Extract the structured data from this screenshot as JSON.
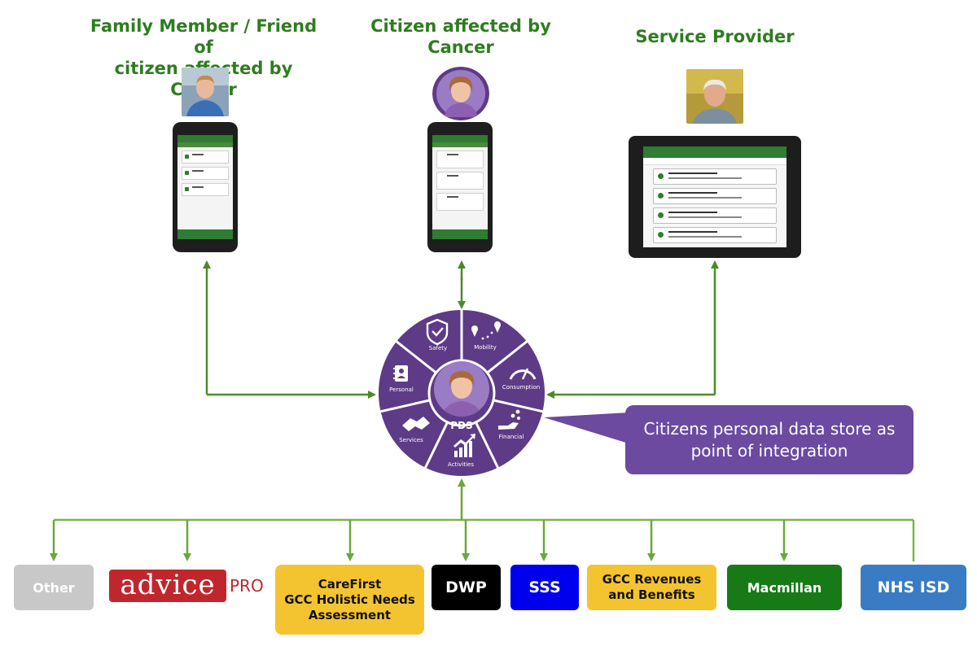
{
  "actors": {
    "family": {
      "title_line1": "Family Member / Friend of",
      "title_line2": "citizen affected by Cancer"
    },
    "citizen": {
      "title_line1": "Citizen affected by",
      "title_line2": "Cancer"
    },
    "provider": {
      "title": "Service Provider"
    }
  },
  "pds": {
    "center_label": "PDS",
    "segments": [
      "Safety",
      "Mobility",
      "Consumption",
      "Financial",
      "Activities",
      "Services",
      "Personal"
    ]
  },
  "callout": {
    "line1": "Citizens personal data store as",
    "line2": "point of integration"
  },
  "sources": [
    {
      "label": "Other",
      "bg": "#c8c8c8",
      "fg": "#ffffff"
    },
    {
      "logo_word": "advice",
      "logo_suffix": "PRO",
      "bg": "#c0272d",
      "fg": "#ffffff"
    },
    {
      "line1": "CareFirst",
      "line2": "GCC Holistic Needs",
      "line3": "Assessment",
      "bg": "#f4c430",
      "fg": "#111111"
    },
    {
      "label": "DWP",
      "bg": "#000000",
      "fg": "#ffffff"
    },
    {
      "label": "SSS",
      "bg": "#0000ee",
      "fg": "#ffffff"
    },
    {
      "line1": "GCC Revenues",
      "line2": "and Benefits",
      "bg": "#f4c430",
      "fg": "#111111"
    },
    {
      "label": "Macmillan",
      "bg": "#177a17",
      "fg": "#ffffff"
    },
    {
      "label": "NHS ISD",
      "bg": "#3a7cc4",
      "fg": "#ffffff"
    }
  ],
  "colors": {
    "heading": "#2e7d1f",
    "arrow": "#4c8a2c",
    "source_line": "#7ab648",
    "wheel": "#5e3b86",
    "callout": "#6b4aa0"
  },
  "icons": [
    "shield-check-icon",
    "route-pin-icon",
    "gauge-icon",
    "hand-coins-icon",
    "growth-chart-icon",
    "handshake-icon",
    "contact-book-icon"
  ]
}
